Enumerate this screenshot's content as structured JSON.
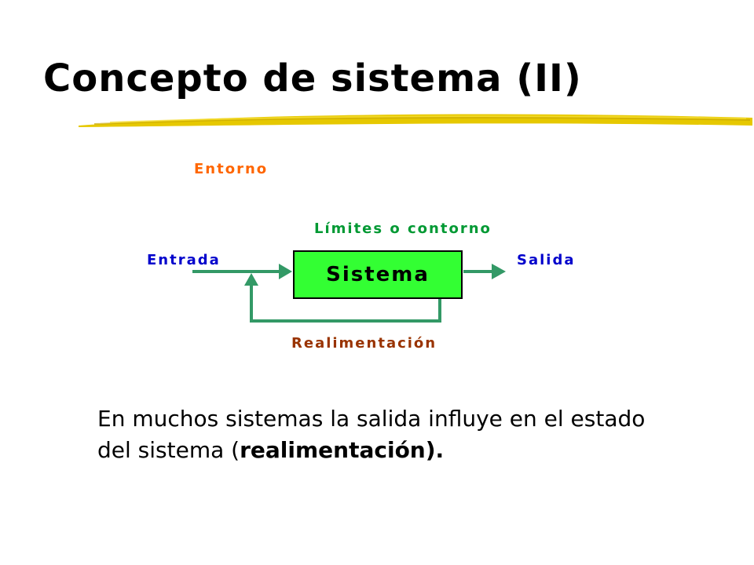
{
  "slide": {
    "title": "Concepto de sistema (II)"
  },
  "diagram": {
    "environment_label": "Entorno",
    "boundary_label": "Límites o contorno",
    "input_label": "Entrada",
    "output_label": "Salida",
    "system_label": "Sistema",
    "feedback_label": "Realimentación",
    "colors": {
      "environment": "#ff6600",
      "boundary": "#009933",
      "io": "#0000cc",
      "feedback": "#993300",
      "system_fill": "#33ff33",
      "arrows": "#339966",
      "underline": "#e6c800"
    }
  },
  "caption": {
    "text_before": "En muchos sistemas la salida influye en el estado del sistema (",
    "text_bold": "realimentación).",
    "text_after": ""
  }
}
